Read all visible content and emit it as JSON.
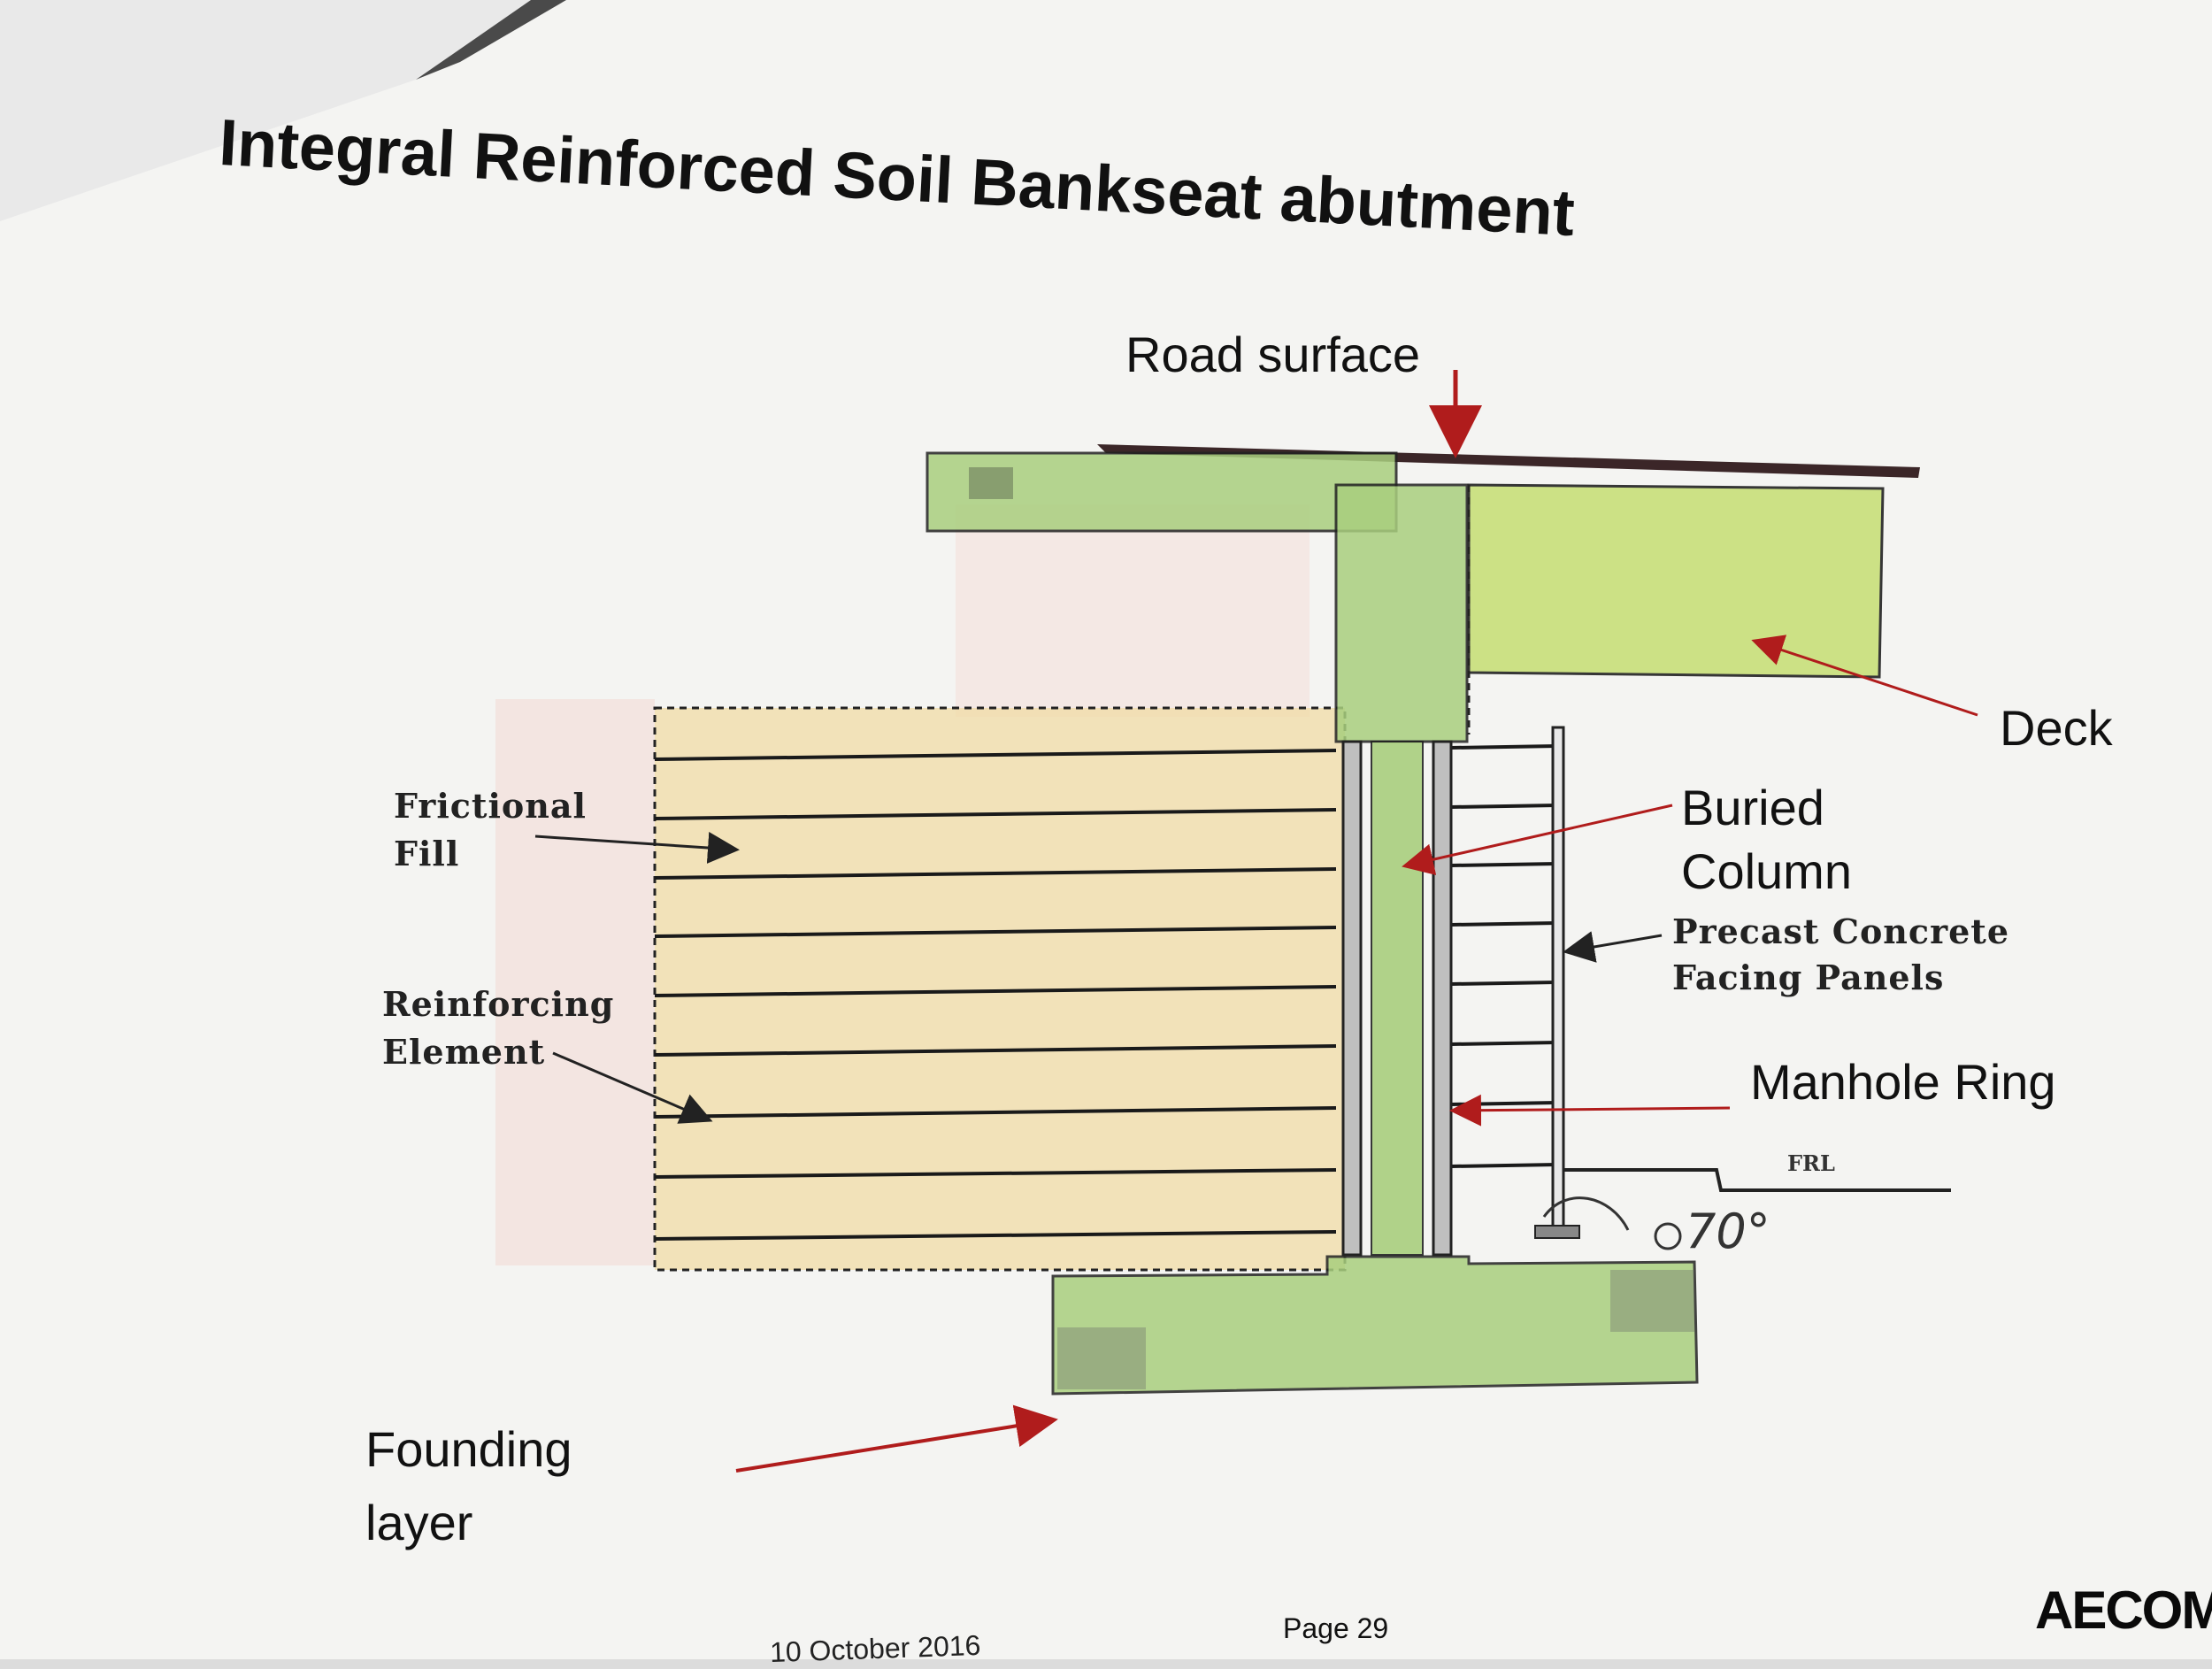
{
  "slide": {
    "title": "Integral Reinforced Soil Bankseat abutment",
    "page_label": "Page 29",
    "date_fragment": "10 October 2016",
    "logo": "AECOM"
  },
  "labels": {
    "road_surface": "Road surface",
    "deck": "Deck",
    "buried_column_line1": "Buried",
    "buried_column_line2": "Column",
    "precast_line1": "Precast Concrete",
    "precast_line2": "Facing Panels",
    "manhole_ring": "Manhole Ring",
    "frictional_line1": "Frictional",
    "frictional_line2": "Fill",
    "reinforcing_line1": "Reinforcing",
    "reinforcing_line2": "Element",
    "founding_line1": "Founding",
    "founding_line2": "layer",
    "frl": "FRL",
    "handwritten_angle": "70°"
  },
  "colors": {
    "annotation_arrow": "#b01c1c",
    "concrete_green": "#a9cf7e",
    "fill_yellow": "#f1dca6",
    "deck_green": "#c8df7a"
  }
}
